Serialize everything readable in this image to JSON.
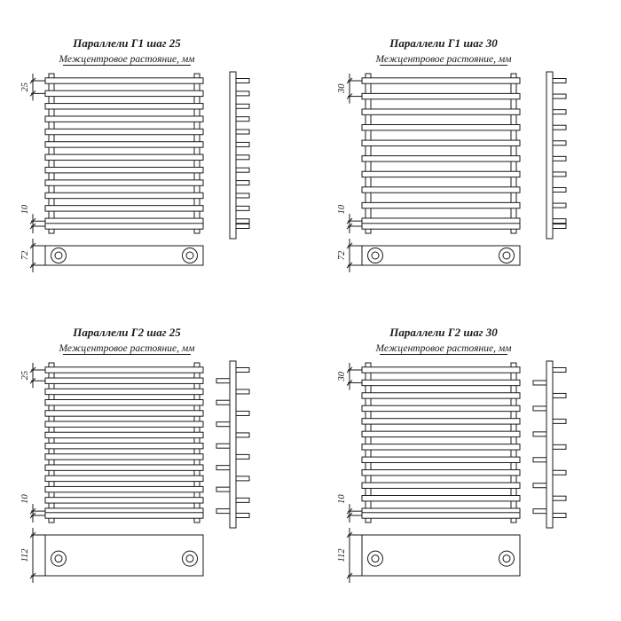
{
  "colors": {
    "line": "#1a1a1a",
    "background": "#ffffff"
  },
  "panels": [
    {
      "title": "Параллели Г1 шаг 25",
      "subtitle": "Межцентровое растояние, мм",
      "pitch_label": "25",
      "gap_label": "10",
      "collector_label": "72",
      "tube_count": 13,
      "pitch_mm": 25,
      "gap_mm": 10,
      "collector_mm": 72,
      "layout_type": "single"
    },
    {
      "title": "Параллели Г1 шаг 30",
      "subtitle": "Межцентровое растояние, мм",
      "pitch_label": "30",
      "gap_label": "10",
      "collector_label": "72",
      "tube_count": 11,
      "pitch_mm": 30,
      "gap_mm": 10,
      "collector_mm": 72,
      "layout_type": "single"
    },
    {
      "title": "Параллели Г2 шаг 25",
      "subtitle": "Межцентровое растояние, мм",
      "pitch_label": "25",
      "gap_label": "10",
      "collector_label": "112",
      "tube_count": 15,
      "pitch_mm": 25,
      "gap_mm": 10,
      "collector_mm": 112,
      "layout_type": "double"
    },
    {
      "title": "Параллели Г2 шаг 30",
      "subtitle": "Межцентровое растояние, мм",
      "pitch_label": "30",
      "gap_label": "10",
      "collector_label": "112",
      "tube_count": 13,
      "pitch_mm": 30,
      "gap_mm": 10,
      "collector_mm": 112,
      "layout_type": "double"
    }
  ]
}
